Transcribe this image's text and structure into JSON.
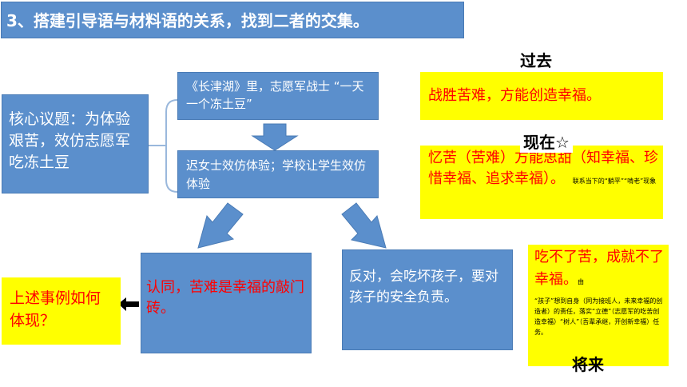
{
  "slide": {
    "title": "3、搭建引导语与材料语的关系，找到二者的交集。",
    "core_topic": "核心议题：为体验艰苦，效仿志愿军吃冻土豆",
    "material1": "《长津湖》里，志愿军战士 “一天一个冻土豆”",
    "material2": "迟女士效仿体验；学校让学生效仿体验",
    "agree": "认同，苦难是幸福的敲门砖。",
    "oppose": "反对，会吃坏孩子，要对孩子的安全负责。",
    "question": "上述事例如何体现？",
    "label_past": "过去",
    "past_text": "战胜苦难，方能创造幸福。",
    "label_now": "现在☆",
    "now_text": "忆苦（苦难）方能思甜（知幸福、珍惜幸福、追求幸福）。",
    "now_note": "联系当下的“躺平”“啃老”现象",
    "future_text": "吃不了苦，成就不了幸福。",
    "future_note_lead": "由",
    "future_note": "“孩子”想到自身（同为接班人，未来幸福的创造者）的责任，落实“立德”（志愿军的吃苦创造幸福）“树人”（吾辈承继，开创新幸福）任务。",
    "label_future": "将来"
  },
  "colors": {
    "box_blue": "#5b8fcc",
    "highlight_yellow": "#ffff00",
    "text_red": "#ff0000"
  }
}
